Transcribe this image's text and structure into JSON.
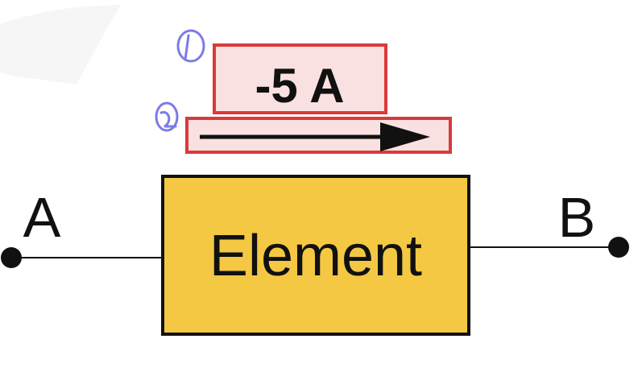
{
  "diagram": {
    "current_label": "-5 A",
    "element_label": "Element",
    "terminal_a": "A",
    "terminal_b": "B",
    "annotations": [
      "1",
      "2"
    ]
  },
  "colors": {
    "element_fill": "#f4c842",
    "element_stroke": "#111111",
    "highlight_fill": "#f9e1e1",
    "highlight_stroke": "#d93a3a",
    "annotation_ink": "#7b7be8",
    "wire": "#111111",
    "arrow": "#111111"
  }
}
